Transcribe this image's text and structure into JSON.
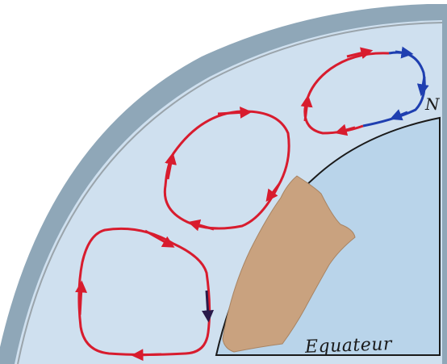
{
  "labels": {
    "equator": "Equateur",
    "pole": "N"
  },
  "colors": {
    "background": "#ffffff",
    "atmosphere_outer": "#8fa7b8",
    "atmosphere_inner": "#cfe0ef",
    "ocean": "#b9d4ea",
    "land": "#c9a27f",
    "cell_warm": "#d81c2e",
    "cell_cold": "#1f3fb0",
    "outline": "#1a1a1a"
  },
  "cells": [
    {
      "name": "hadley-cell",
      "color": "warm"
    },
    {
      "name": "ferrel-cell",
      "color": "warm"
    },
    {
      "name": "polar-cell",
      "color": "mixed"
    }
  ]
}
